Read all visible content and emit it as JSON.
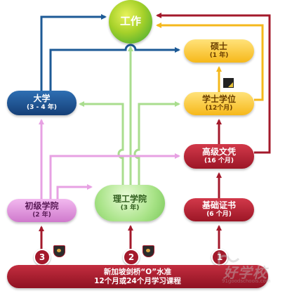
{
  "colors": {
    "blue": "#1d5a96",
    "green": "#a9dd8e",
    "pink": "#e7a1e3",
    "red": "#a3192b",
    "gold": "#f4b81c"
  },
  "nodes": {
    "work": {
      "title": "工作"
    },
    "master": {
      "title": "硕士",
      "sub": "(1 年)"
    },
    "bachelor": {
      "title": "学士学位",
      "sub": "(12个月)"
    },
    "advanced_diploma": {
      "title": "高级文凭",
      "sub": "(16 个月)"
    },
    "foundation_cert": {
      "title": "基础证书",
      "sub": "(6 个月)"
    },
    "university": {
      "title": "大学",
      "sub": "(3 - 4 年)"
    },
    "junior_college": {
      "title": "初级学院",
      "sub": "(2 年)"
    },
    "polytechnic": {
      "title": "理工学院",
      "sub": "(3 年)"
    }
  },
  "base_bar": {
    "line1": "新加坡剑桥“O”水准",
    "line2": "12个月或24个月学习课程"
  },
  "steps": [
    "3",
    "2",
    "1"
  ],
  "watermark": {
    "big": "好学校",
    "small": "91goodschools.com"
  }
}
